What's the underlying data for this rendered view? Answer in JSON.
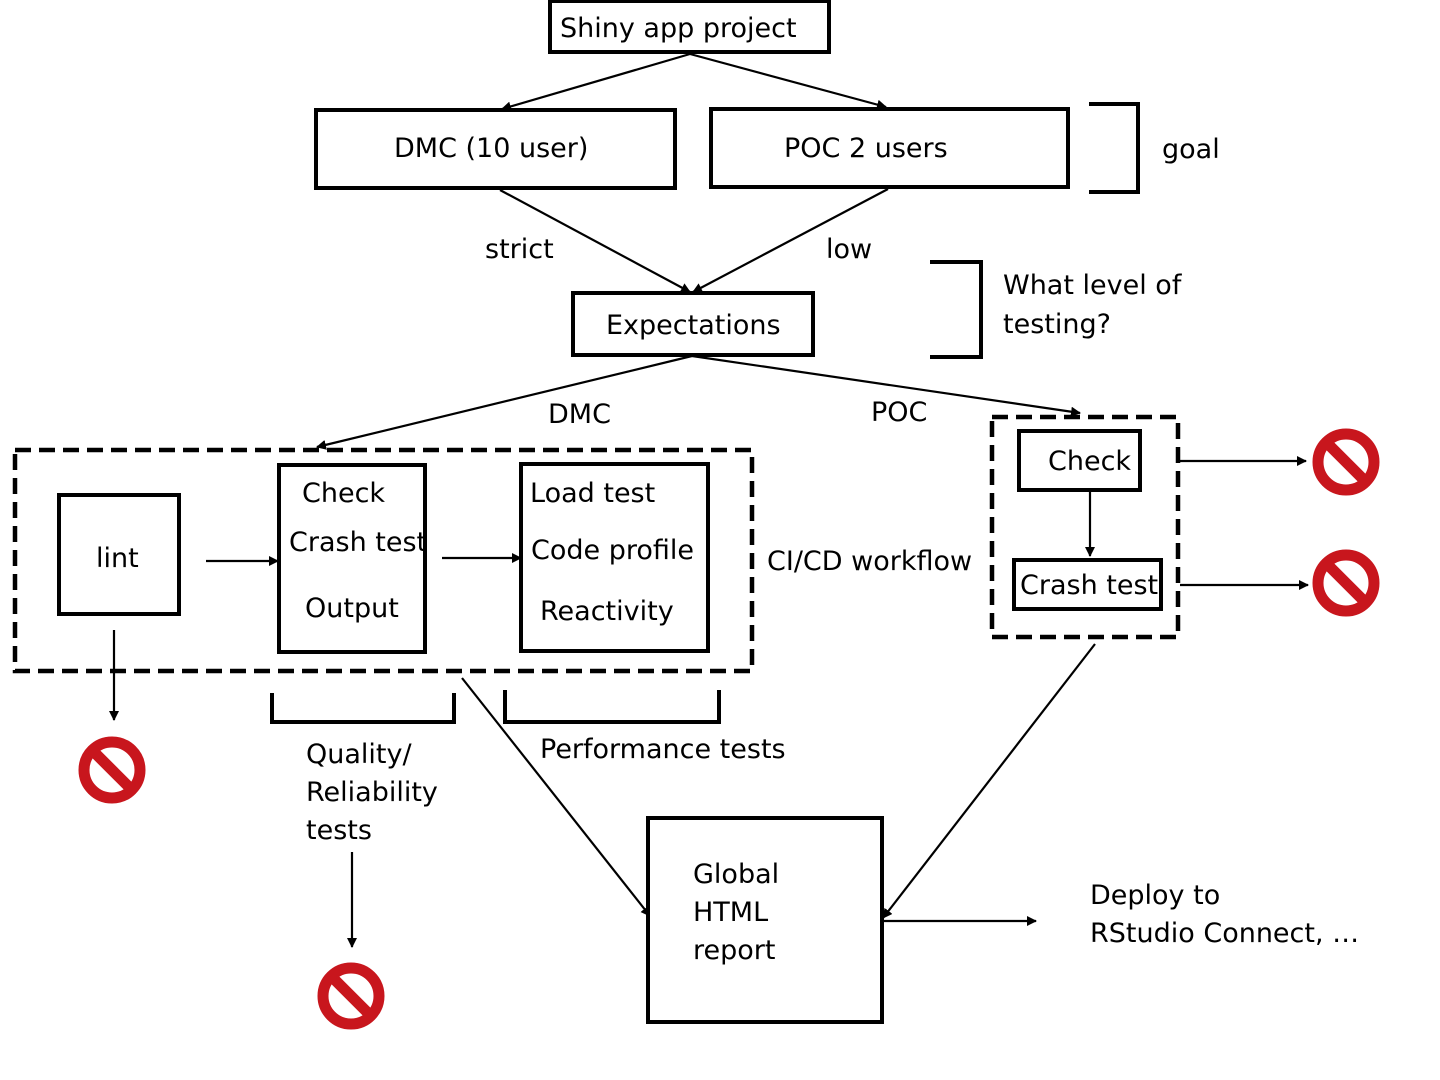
{
  "diagram": {
    "nodes": {
      "shiny": "Shiny app project",
      "dmc_users": "DMC (10 user)",
      "poc_users": "POC 2 users",
      "expectations": "Expectations",
      "lint": "lint",
      "dmc_quality": [
        "Check",
        "Crash test",
        "Output"
      ],
      "dmc_perf": [
        "Load test",
        "Code profile",
        "Reactivity"
      ],
      "poc_check": "Check",
      "poc_crash": "Crash test",
      "report": [
        "Global",
        "HTML",
        "report"
      ],
      "deploy": [
        "Deploy to",
        "RStudio Connect, …"
      ]
    },
    "edge_labels": {
      "strict": "strict",
      "low": "low",
      "dmc": "DMC",
      "poc": "POC"
    },
    "annotations": {
      "goal": "goal",
      "testing_level": [
        "What level of",
        "testing?"
      ],
      "cicd": "CI/CD workflow",
      "quality": [
        "Quality/",
        "Reliability",
        "tests"
      ],
      "performance": "Performance tests"
    },
    "colors": {
      "stop_sign": "#c8161d",
      "stroke": "#000000"
    },
    "icons": {
      "stop": "prohibited-icon"
    }
  }
}
